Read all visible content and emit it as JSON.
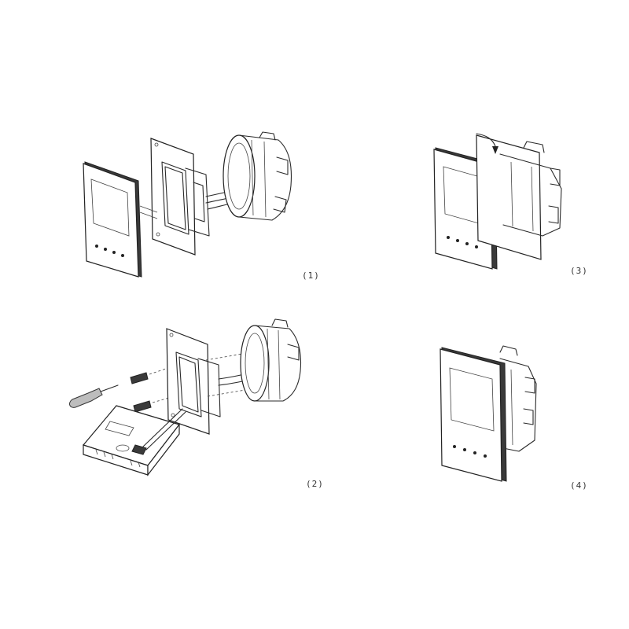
{
  "steps": [
    {
      "id": "1",
      "label": "(1)"
    },
    {
      "id": "2",
      "label": "(2)"
    },
    {
      "id": "3",
      "label": "(3)"
    },
    {
      "id": "4",
      "label": "(4)"
    }
  ]
}
